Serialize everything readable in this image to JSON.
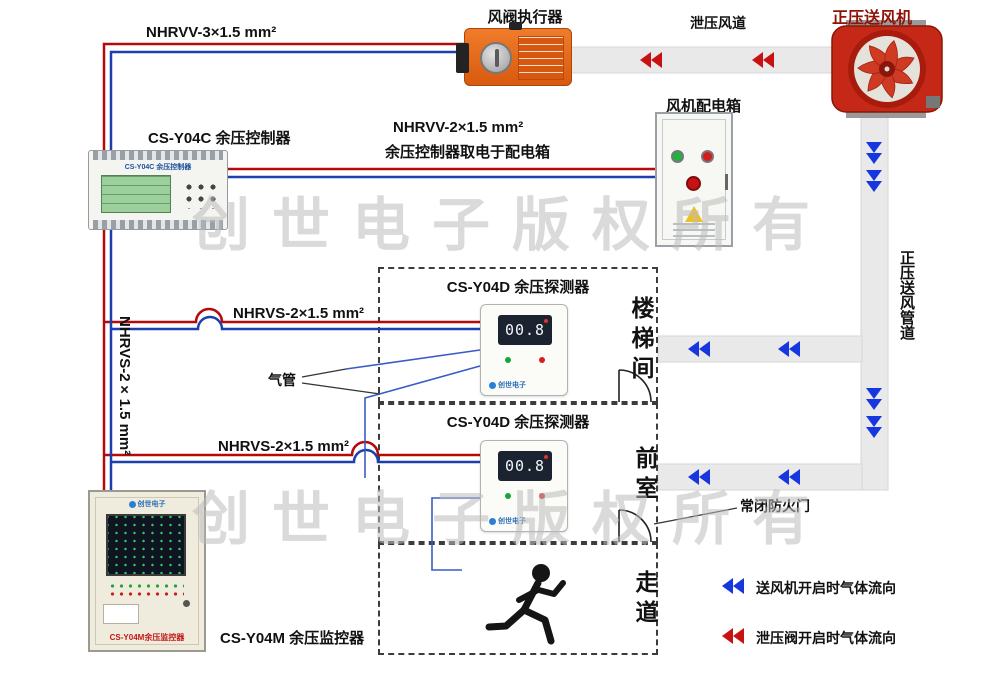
{
  "watermark": "创世电子版权所有",
  "labels": {
    "actuator_title": "风阀执行器",
    "relief_duct": "泄压风道",
    "fan_title": "正压送风机",
    "cable_actuator": "NHRVV-3×1.5 mm²",
    "controller_title": "CS-Y04C 余压控制器",
    "cable_power": "NHRVV-2×1.5 mm²",
    "cable_power_note": "余压控制器取电于配电箱",
    "distbox_title": "风机配电箱",
    "supply_duct": "正压送风管道",
    "cable_detector1": "NHRVS-2×1.5 mm²",
    "cable_detector2": "NHRVS-2×1.5 mm²",
    "cable_monitor": "NHRVS-2×1.5 mm²",
    "air_tube": "气管",
    "fire_door": "常闭防火门",
    "monitor_title": "CS-Y04M 余压监控器",
    "detector_title": "CS-Y04D 余压探测器",
    "room_stairwell": "楼梯间",
    "room_front_chamber": "前室",
    "room_corridor": "走道"
  },
  "devices": {
    "detector_reading": "00.8",
    "controller_screen_title": "CS-Y04C 余压控制器",
    "monitor_panel_label": "CS-Y04M余压监控器",
    "brand": "创世电子"
  },
  "legend": {
    "supply": "送风机开启时气体流向",
    "relief": "泄压阀开启时气体流向"
  },
  "colors": {
    "duct": "#e9e9e9",
    "arrow_blue": "#1636e0",
    "arrow_red": "#c81212",
    "wire_red": "#b40a0a",
    "wire_blue": "#1b3fae",
    "fan_red": "#c62817"
  }
}
